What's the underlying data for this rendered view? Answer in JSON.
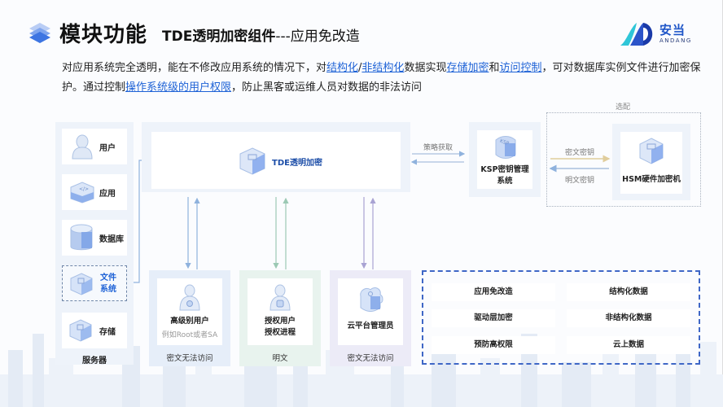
{
  "header": {
    "title": "模块功能",
    "subtitle_bold": "TDE透明加密组件",
    "subtitle_rest": "---应用免改造",
    "logo": {
      "cn": "安当",
      "en": "ANDANG"
    }
  },
  "description": {
    "line1_a": "对应用系统完全透明，能在不修改应用系统的情况下，对",
    "link_structured": "结构化",
    "slash": "/",
    "link_unstructured": "非结构化",
    "line1_b": "数据实现",
    "link_storage_encryption": "存储加密",
    "and": "和",
    "link_access_control": "访问控制",
    "line1_c": "，可对数据库实例文件进行加密保护。通过控制",
    "link_os_permissions": "操作系统级的用户权限",
    "line2": "，防止黑客或运维人员对数据的非法访问"
  },
  "server_column": {
    "items": [
      {
        "label": "用户",
        "icon": "user-icon"
      },
      {
        "label": "应用",
        "icon": "app-icon"
      },
      {
        "label": "数据库",
        "icon": "database-icon"
      },
      {
        "label": "文件\n系统",
        "label_line1": "文件",
        "label_line2": "系统",
        "icon": "filesystem-icon",
        "highlighted": true
      },
      {
        "label": "存储",
        "icon": "storage-icon"
      }
    ],
    "footer": "服务器"
  },
  "tde": {
    "label": "TDE透明加密",
    "icon": "tde-cube-icon"
  },
  "ksp": {
    "label_line1": "KSP密钥管理",
    "label_line2": "系统",
    "icon": "ksp-shield-icon",
    "arrow_label": "策略获取"
  },
  "hsm": {
    "group_label": "选配",
    "label": "HSM硬件加密机",
    "icon": "hsm-cube-icon",
    "arrow_to_hsm": "密文密钥",
    "arrow_from_hsm": "明文密钥"
  },
  "roles": [
    {
      "title": "高级别用户",
      "subtitle": "例如Root或者SA",
      "footer": "密文无法访问",
      "icon": "admin-user-icon",
      "color": "#e6eef9",
      "arrow": "#8fb2dd"
    },
    {
      "title_line1": "授权用户",
      "title_line2": "授权进程",
      "footer": "明文",
      "icon": "authorized-user-icon",
      "color": "#e8f3ee",
      "arrow": "#9cc9b4"
    },
    {
      "title": "云平台管理员",
      "footer": "密文无法访问",
      "icon": "cloud-admin-icon",
      "color": "#ecebf7",
      "arrow": "#a9a3d3"
    }
  ],
  "features": [
    "应用免改造",
    "结构化数据",
    "驱动层加密",
    "非结构化数据",
    "预防高权限",
    "云上数据"
  ],
  "colors": {
    "accent_blue": "#1e62d6",
    "dashed_border": "#3f67c6",
    "panel_bg": "#eef3fa",
    "key_arrow_gold": "#e0cd9c"
  }
}
